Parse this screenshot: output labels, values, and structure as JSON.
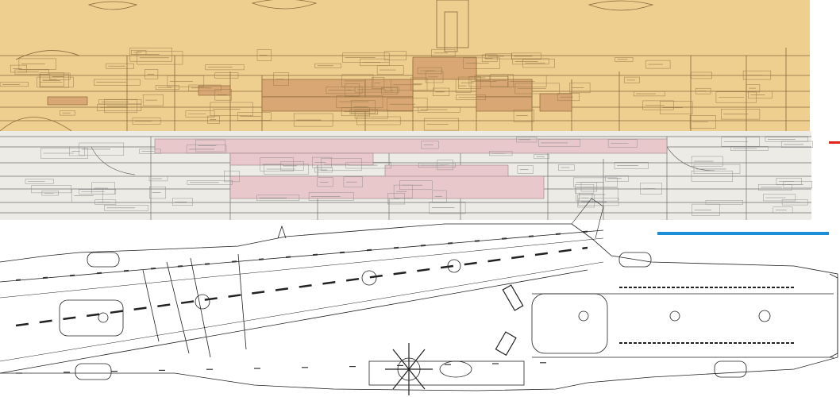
{
  "colors": {
    "profile_paper": "#efcf90",
    "profile_ink": "#8a6a3a",
    "profile_highlight": "#d9a773",
    "section_paper": "#ecebe6",
    "section_ink": "#707070",
    "section_highlight": "#e9c8cc",
    "deck_ink": "#222222",
    "marker_red": "#e0241b",
    "marker_blue": "#1c8ed8"
  },
  "panels": [
    {
      "name": "upper-profile-drawing",
      "kind": "tan blueprint of ship interior compartments"
    },
    {
      "name": "middle-section-drawing",
      "kind": "grey blueprint of ship interior compartments"
    },
    {
      "name": "flight-deck-plan",
      "kind": "line drawing of aircraft-carrier flight deck with angled deck"
    }
  ],
  "markers": [
    {
      "name": "red-marker",
      "color": "#e0241b"
    },
    {
      "name": "blue-marker",
      "color": "#1c8ed8"
    }
  ]
}
